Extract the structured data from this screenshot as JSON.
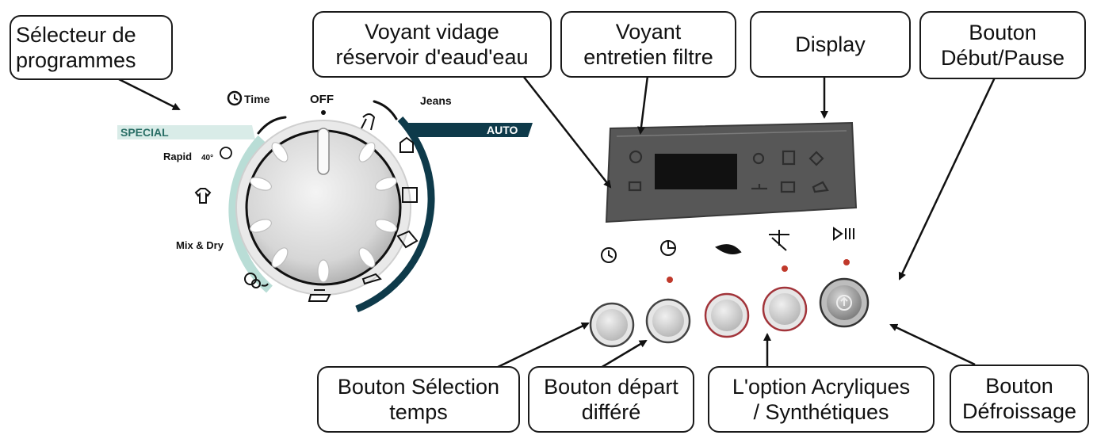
{
  "callouts": {
    "programmes": {
      "line1": "Sélecteur de",
      "line2": "programmes"
    },
    "vidage": {
      "line1": "Voyant vidage",
      "line2": "réservoir d'eaud'eau"
    },
    "filtre": {
      "line1": "Voyant",
      "line2": "entretien filtre"
    },
    "display": {
      "line1": "Display"
    },
    "debut": {
      "line1": "Bouton",
      "line2": "Début/Pause"
    },
    "temps": {
      "line1": "Bouton Sélection",
      "line2": "temps"
    },
    "differe": {
      "line1": "Bouton départ",
      "line2": "différé"
    },
    "option": {
      "line1": "L'option  Acryliques",
      "line2": "/ Synthétiques"
    },
    "defroissage": {
      "line1": "Bouton",
      "line2": "Défroissage"
    }
  },
  "dial": {
    "off": "OFF",
    "time": "Time",
    "jeans": "Jeans",
    "special": "SPECIAL",
    "auto": "AUTO",
    "rapid": "Rapid",
    "rapid_temp": "40°",
    "mix_dry": "Mix & Dry"
  },
  "colors": {
    "auto_band": "#0e3a4a",
    "special_band": "#b9ddd6",
    "panel": "#5a5a5a",
    "led": "#c0392b"
  },
  "icons": [
    "timer-icon",
    "delay-start-icon",
    "feather-icon",
    "anti-crease-icon",
    "play-pause-icon"
  ]
}
